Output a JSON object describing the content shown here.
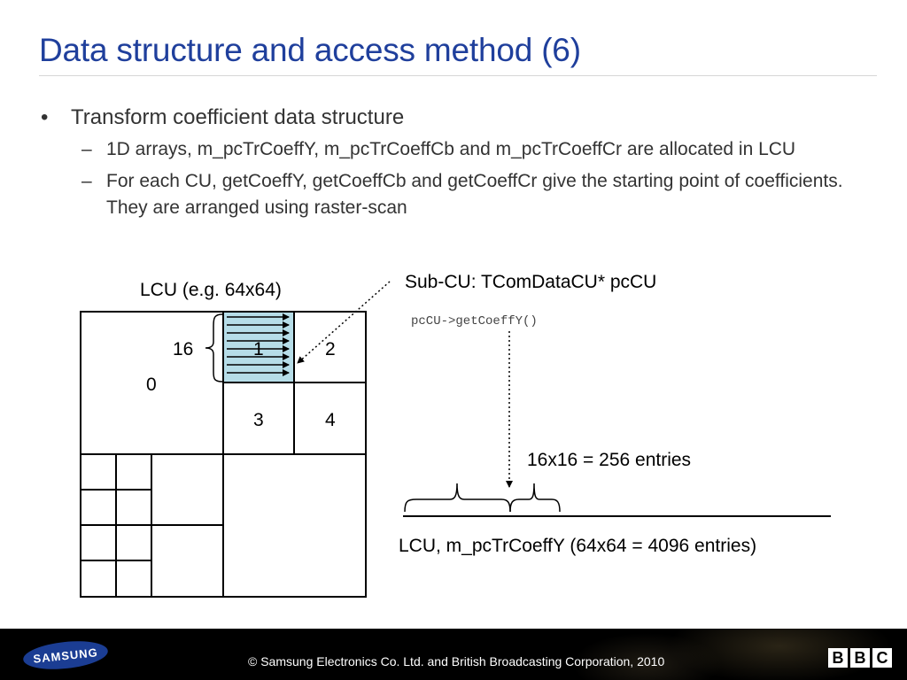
{
  "slide": {
    "title": "Data structure and access method (6)"
  },
  "bullets": {
    "level1_marker": "•",
    "level2_marker": "–",
    "main": "Transform coefficient data structure",
    "sub1": "1D arrays, m_pcTrCoeffY, m_pcTrCoeffCb and m_pcTrCoeffCr are allocated in LCU",
    "sub2": "For each CU, getCoeffY, getCoeffCb and getCoeffCr give the starting point of coefficients. They are arranged using raster-scan"
  },
  "figure": {
    "lcu_label": "LCU (e.g. 64x64)",
    "subcu_label": "Sub-CU: TComDataCU* pcCU",
    "code_call": "pcCU->getCoeffY()",
    "size_label": "16",
    "region0": "0",
    "cell1": "1",
    "cell2": "2",
    "cell3": "3",
    "cell4": "4",
    "entries_label": "16x16 = 256 entries",
    "array_label": "LCU, m_pcTrCoeffY (64x64 = 4096 entries)",
    "highlight_color": "#b6dde8"
  },
  "footer": {
    "samsung_logo": "SAMSUNG",
    "copyright": "© Samsung Electronics Co. Ltd. and British Broadcasting Corporation, 2010",
    "bbc_letters": [
      "B",
      "B",
      "C"
    ]
  }
}
